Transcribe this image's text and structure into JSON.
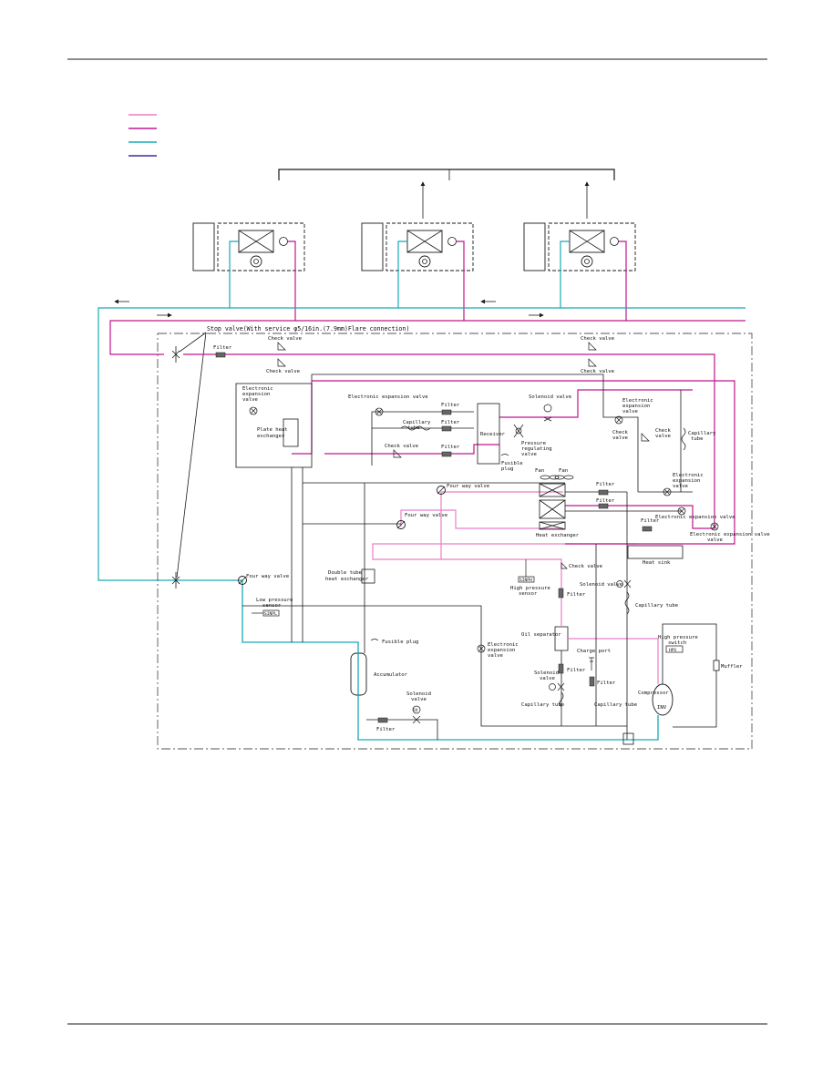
{
  "colors": {
    "discharge_gas": "#e87fc8",
    "high_pressure_gas": "#c0168e",
    "liquid": "#18a9b8",
    "suction_gas": "#3a2f9c",
    "line": "#1a1a1a",
    "frame": "#555555"
  },
  "labels": {
    "stop_valve": "Stop valve(With service φ5/16in.(7.9mm)Flare connection)",
    "filter": "Filter",
    "check_valve": "Check valve",
    "electronic_expansion_valve": "Electronic expansion valve",
    "electronic": "Electronic",
    "expansion": "expansion",
    "valve": "valve",
    "plate_heat": "Plate heat",
    "exchanger": "exchanger",
    "capillary": "Capillary",
    "tube": "tube",
    "capillary_tube": "Capillary tube",
    "receiver": "Receiver",
    "solenoid_valve": "Solenoid valve",
    "solenoid": "Solenoid",
    "pressure": "Pressure",
    "regulating": "regulating",
    "fusible": "Fusible",
    "plug": "plug",
    "fusible_plug": "Fusible plug",
    "check": "Check",
    "fan": "Fan",
    "four_way_valve": "Four way valve",
    "heat_exchanger": "Heat exchanger",
    "heat_sink": "Heat sink",
    "double_tube": "Double tube",
    "heat_exchanger_lc": "heat exchanger",
    "high_pressure": "High pressure",
    "sensor": "sensor",
    "low_pressure": "Low pressure",
    "oil_separator": "Oil separator",
    "charge_port": "Charge port",
    "switch": "switch",
    "muffler": "Muffler",
    "compressor": "Compressor",
    "accumulator": "Accumulator",
    "inv": "INV",
    "hps": "HPS",
    "sv": "SV",
    "sinph": "SINPH",
    "sinpl": "SINPL",
    "m": "M"
  }
}
